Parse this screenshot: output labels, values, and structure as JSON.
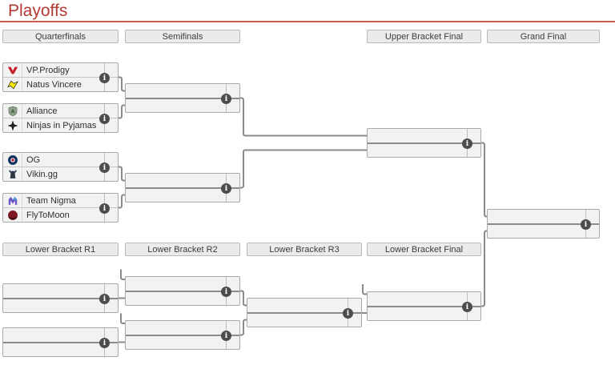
{
  "page": {
    "title": "Playoffs"
  },
  "theme": {
    "title_color": "#b23a31",
    "underline_color": "#cd5c54",
    "connector_color": "#8a8a8a",
    "box_background": "#f2f2f2",
    "box_border": "#a9a9a9"
  },
  "icons": {
    "info": "i"
  },
  "rounds": {
    "upper": [
      "Quarterfinals",
      "Semifinals",
      "Upper Bracket Final",
      "Grand Final"
    ],
    "lower": [
      "Lower Bracket R1",
      "Lower Bracket R2",
      "Lower Bracket R3",
      "Lower Bracket Final"
    ]
  },
  "bracket": {
    "quarterfinals": [
      {
        "team1": {
          "name": "VP.Prodigy",
          "color": "#c3222c",
          "logo": "vp-prodigy-logo"
        },
        "team2": {
          "name": "Natus Vincere",
          "color": "#ffee00",
          "logo": "natus-vincere-logo"
        }
      },
      {
        "team1": {
          "name": "Alliance",
          "color": "#8fa08f",
          "logo": "alliance-logo"
        },
        "team2": {
          "name": "Ninjas in Pyjamas",
          "color": "#1d1d1d",
          "logo": "ninjas-in-pyjamas-logo"
        }
      },
      {
        "team1": {
          "name": "OG",
          "color": "#10315f",
          "logo": "og-logo"
        },
        "team2": {
          "name": "Vikin.gg",
          "color": "#2c3848",
          "logo": "vikin-gg-logo"
        }
      },
      {
        "team1": {
          "name": "Team Nigma",
          "color": "#6f59c9",
          "logo": "team-nigma-logo"
        },
        "team2": {
          "name": "FlyToMoon",
          "color": "#801623",
          "logo": "flytomoon-logo"
        }
      }
    ]
  }
}
